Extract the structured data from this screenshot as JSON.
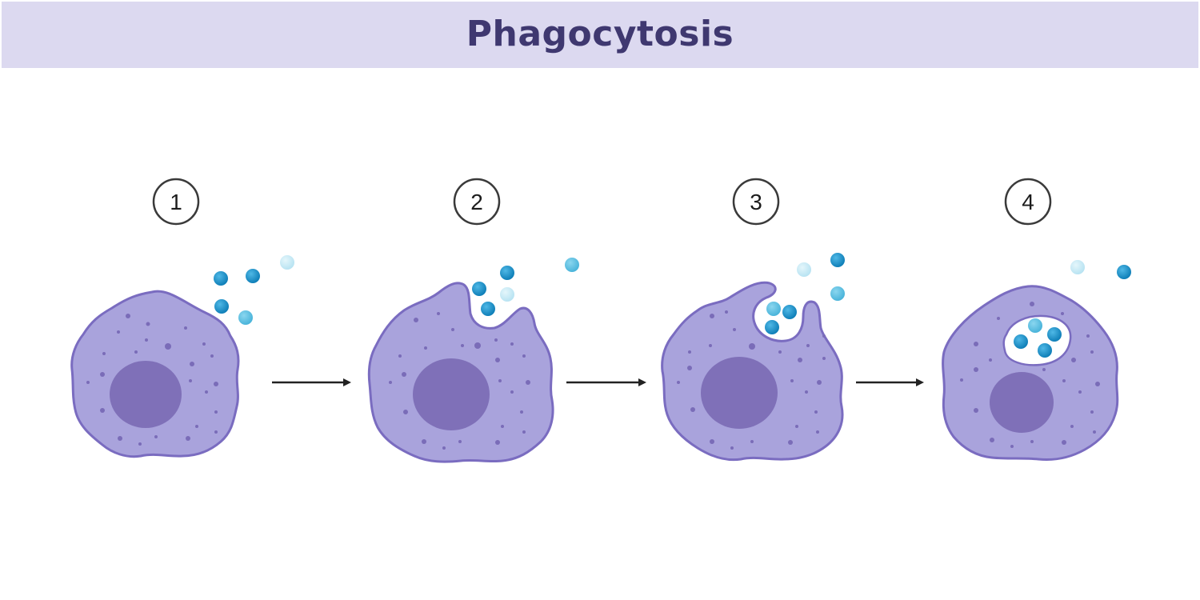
{
  "header": {
    "title": "Phagocytosis"
  },
  "steps": [
    {
      "number": "1"
    },
    {
      "number": "2"
    },
    {
      "number": "3"
    },
    {
      "number": "4"
    }
  ],
  "colors": {
    "header_background": "#dcd9f0",
    "title": "#3f3870",
    "cell_fill": "#a9a3dc",
    "cell_stroke": "#7a6cc0",
    "nucleus": "#7f70b8",
    "granule": "#7a6cb8",
    "particle_dark": "#1a8fc8",
    "particle_medium": "#5ec1e2",
    "particle_light": "#c8ebf6",
    "arrow": "#222222"
  },
  "icons": {
    "cell": "phagocyte-cell",
    "nucleus": "cell-nucleus",
    "particle": "bacterium-particle",
    "arrow": "right-arrow",
    "phagosome": "phagosome-vacuole"
  }
}
